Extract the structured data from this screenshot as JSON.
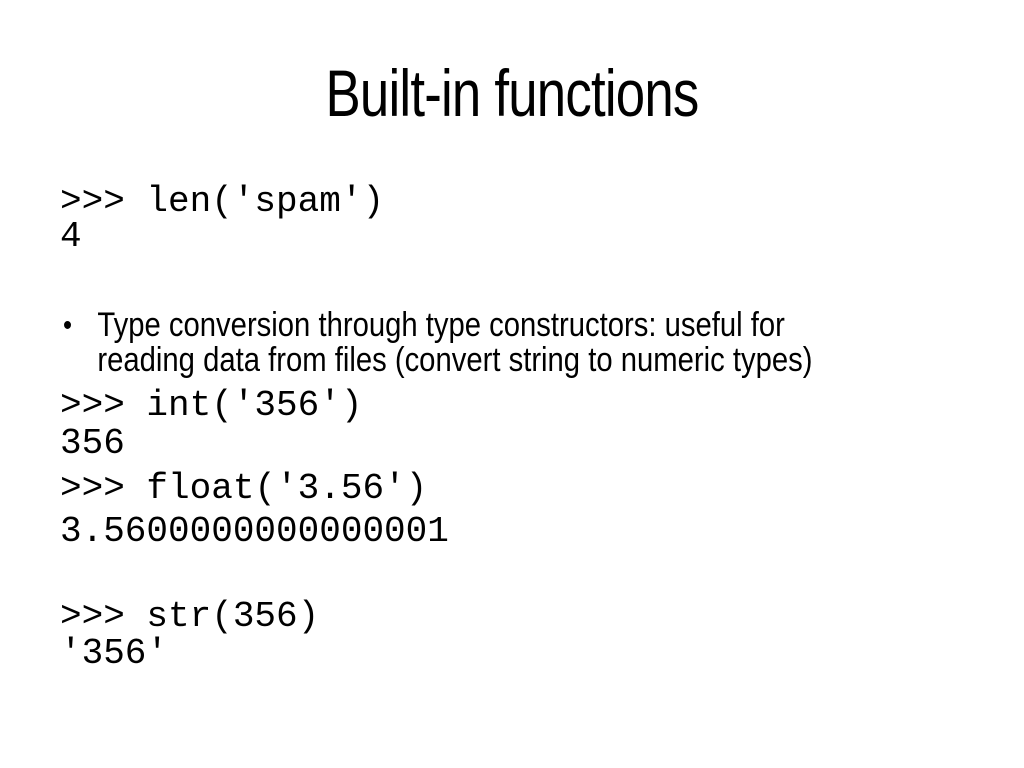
{
  "slide": {
    "title": "Built-in functions",
    "bullet": {
      "marker": "•",
      "lines": [
        "Type conversion through type constructors: useful for",
        "reading data from files (convert string to numeric types)"
      ]
    },
    "code_lines": [
      ">>> len('spam')",
      "4",
      ">>> int('356')",
      "356",
      ">>> float('3.56')",
      "3.5600000000000001",
      ">>> str(356)",
      "'356'"
    ],
    "colors": {
      "background": "#ffffff",
      "text": "#000000"
    }
  }
}
